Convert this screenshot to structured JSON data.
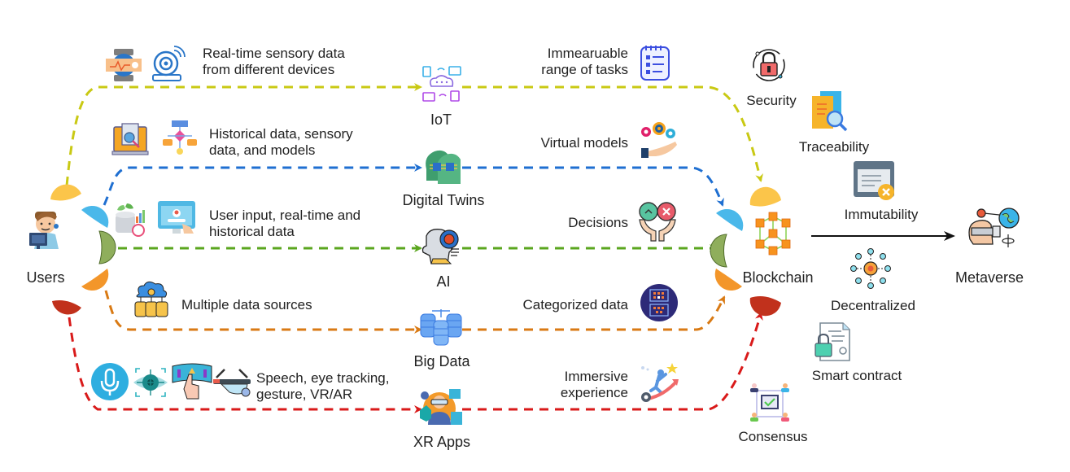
{
  "title": "Users to Metaverse via enabling technologies and Blockchain",
  "source": {
    "label": "Users",
    "icon": "user-at-computer-icon"
  },
  "sink": {
    "label": "Blockchain",
    "icon": "blockchain-network-icon"
  },
  "target": {
    "label": "Metaverse",
    "icon": "vr-headset-globe-icon"
  },
  "channels": [
    {
      "id": "iot",
      "node": "IoT",
      "color": "#c9c914",
      "node_icon": "iot-cloud-devices-icon",
      "input": "Real-time sensory data\nfrom different devices",
      "input_icons": [
        "smartwatch-icon",
        "wireless-sensor-icon"
      ],
      "output": "Immearuable\nrange of tasks",
      "output_icon": "task-list-icon"
    },
    {
      "id": "digital-twins",
      "node": "Digital Twins",
      "color": "#1f6fd1",
      "node_icon": "twin-heads-chip-icon",
      "input": "Historical data, sensory\ndata, and models",
      "input_icons": [
        "laptop-analysis-icon",
        "flowchart-icon"
      ],
      "output": "Virtual models",
      "output_icon": "gears-hand-icon"
    },
    {
      "id": "ai",
      "node": "AI",
      "color": "#5aa61e",
      "node_icon": "ai-head-gear-icon",
      "input": "User input, real-time and\nhistorical data",
      "input_icons": [
        "data-growth-icon",
        "monitor-user-icon"
      ],
      "output": "Decisions",
      "output_icon": "hands-decision-icon"
    },
    {
      "id": "big-data",
      "node": "Big Data",
      "color": "#d97a14",
      "node_icon": "database-cluster-icon",
      "input": "Multiple data sources",
      "input_icons": [
        "cloud-databases-icon"
      ],
      "output": "Categorized data",
      "output_icon": "categorized-data-icon"
    },
    {
      "id": "xr-apps",
      "node": "XR Apps",
      "color": "#d91a1a",
      "node_icon": "xr-user-headset-icon",
      "input": "Speech, eye tracking,\ngesture, VR/AR",
      "input_icons": [
        "microphone-icon",
        "eye-tracking-icon",
        "gesture-screen-icon",
        "ar-glasses-icon"
      ],
      "output": "Immersive\nexperience",
      "output_icon": "climbing-success-icon"
    }
  ],
  "petals": {
    "colors": [
      "#fbc54a",
      "#4ab8ea",
      "#8fae5c",
      "#f3962a",
      "#c1311c"
    ]
  },
  "features": [
    {
      "label": "Security",
      "icon": "padlock-icon"
    },
    {
      "label": "Traceability",
      "icon": "document-search-icon"
    },
    {
      "label": "Immutability",
      "icon": "locked-window-icon"
    },
    {
      "label": "Decentralized",
      "icon": "decentralized-network-icon"
    },
    {
      "label": "Smart contract",
      "icon": "smart-contract-icon"
    },
    {
      "label": "Consensus",
      "icon": "consensus-icon"
    }
  ]
}
